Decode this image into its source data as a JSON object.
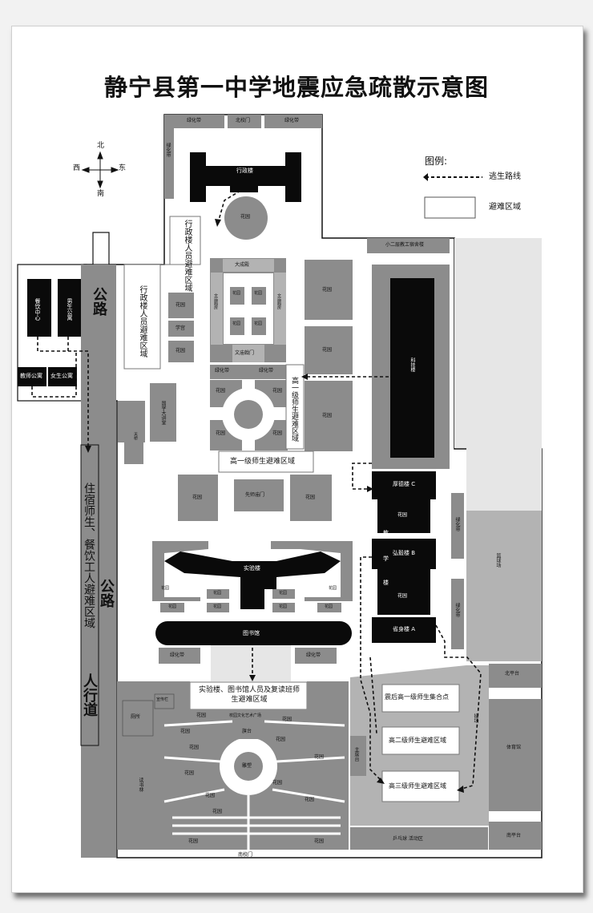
{
  "title": "静宁县第一中学地震应急疏散示意图",
  "compass": {
    "north": "北",
    "south": "南",
    "east": "东",
    "west": "西"
  },
  "legend": {
    "title": "图例:",
    "route": "逃生路线",
    "shelter": "避难区域"
  },
  "labels": {
    "greenbelt": "绿化带",
    "north_gate": "北校门",
    "admin_building": "行政楼",
    "garden": "花园",
    "staff_dorm": "小二层教工宿舍楼",
    "canteen": "餐饮中心",
    "male_dorm": "男生公寓",
    "teacher_apartment": "教师公寓",
    "female_dorm": "女生公寓",
    "road": "公路",
    "dorm_shelter": "住宿师生、餐饮工人避难区域",
    "sidewalk": "人行道",
    "admin_shelter": "行政楼人员避难区域",
    "great_hall": "大成殿",
    "temple_side": "文庙厢房",
    "temple_gate": "文庙戟门",
    "academy": "学宫",
    "tech_building": "科技楼",
    "shelter_g1": "高一级师生避难区域",
    "sky_bridge": "天桥",
    "lecture_hall": "国学大讲堂",
    "master_gate": "先师庙门",
    "building_c": "厚德楼 C",
    "building_b": "弘毅楼 B",
    "building_a": "省身楼 A",
    "teaching_block": [
      "教",
      "学",
      "楼"
    ],
    "basketball_court": "篮球场",
    "lab_building": "实验楼",
    "library": "图书馆",
    "lab_shelter": "实验楼、图书馆人员及复读班师生避难区域",
    "toilet": "厕所",
    "notice_board": "宣传栏",
    "culture_plaza": "校园文化艺术广场",
    "flag_platform": "旗台",
    "sculpture": "雕塑",
    "reading_grove": "读书林",
    "south_gate": "南校门",
    "assembly_point": "震后高一级师生集合点",
    "shelter_g2": "高二级师生避难区域",
    "shelter_g3": "高三级师生避难区域",
    "rostrum": "主席台",
    "sports_field": "操场",
    "north_platform": "北平台",
    "gym": "体育馆",
    "south_platform": "南平台",
    "ping_pong": "乒乓球 活动区"
  },
  "colors": {
    "building": "#0a0a0a",
    "green_area": "#8c8c8c",
    "light_area": "#b3b3b3",
    "shelter_zone": "#ffffff"
  }
}
